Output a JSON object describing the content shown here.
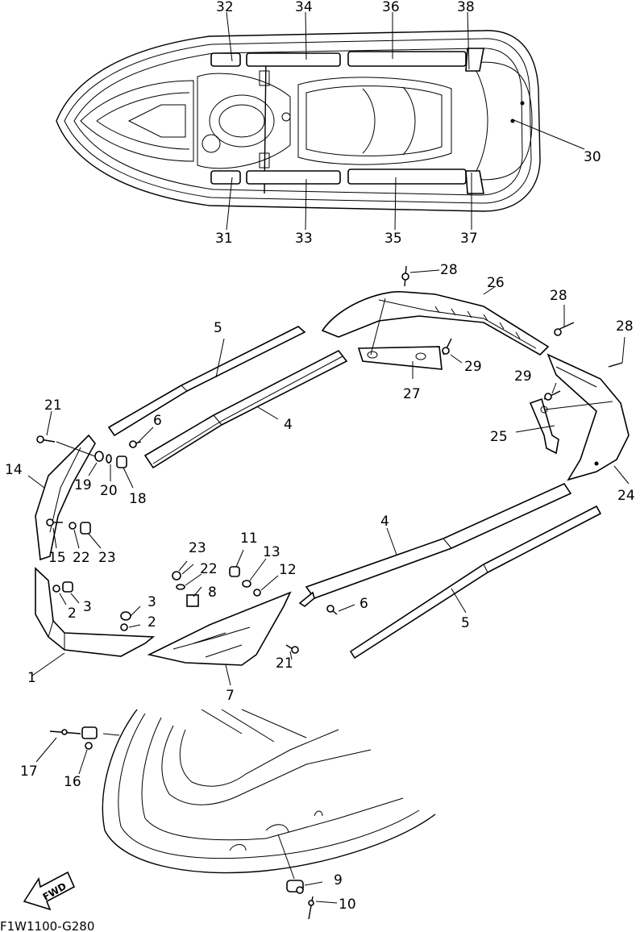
{
  "diagram": {
    "code": "F1W1100-G280",
    "fwd_label": "FWD",
    "callouts": {
      "c1": "1",
      "c2a": "2",
      "c2b": "2",
      "c3a": "3",
      "c3b": "3",
      "c4a": "4",
      "c4b": "4",
      "c5a": "5",
      "c5b": "5",
      "c6a": "6",
      "c6b": "6",
      "c7": "7",
      "c8": "8",
      "c9": "9",
      "c10": "10",
      "c11": "11",
      "c12": "12",
      "c13": "13",
      "c14": "14",
      "c15": "15",
      "c16": "16",
      "c17": "17",
      "c18": "18",
      "c19": "19",
      "c20": "20",
      "c21a": "21",
      "c21b": "21",
      "c22a": "22",
      "c22b": "22",
      "c23a": "23",
      "c23b": "23",
      "c24": "24",
      "c25": "25",
      "c26": "26",
      "c27": "27",
      "c28a": "28",
      "c28b": "28",
      "c28c": "28",
      "c29a": "29",
      "c29b": "29",
      "c30": "30",
      "c31": "31",
      "c32": "32",
      "c33": "33",
      "c34": "34",
      "c35": "35",
      "c36": "36",
      "c37": "37",
      "c38": "38"
    }
  }
}
